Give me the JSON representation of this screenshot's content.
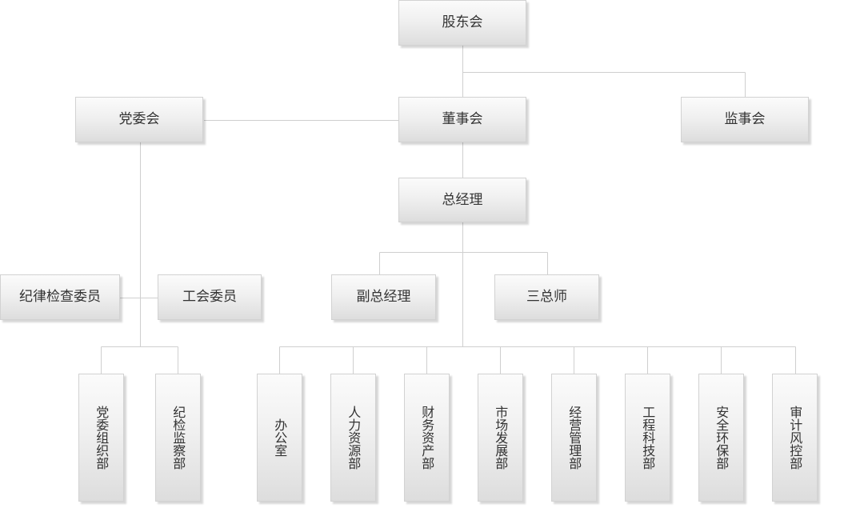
{
  "chart": {
    "nodes": {
      "shareholders": "股东会",
      "party": "党委会",
      "board": "董事会",
      "supervisors": "监事会",
      "gm": "总经理",
      "discipline_committee": "纪律检查委员",
      "union": "工会委员",
      "deputy_gm": "副总经理",
      "three_chiefs": "三总师",
      "party_org": "党委组织部",
      "discipline_dept": "纪检监察部",
      "office": "办公室",
      "hr": "人力资源部",
      "finance": "财务资产部",
      "market": "市场发展部",
      "operations": "经营管理部",
      "engineering": "工程科技部",
      "safety": "安全环保部",
      "audit": "审计风控部"
    }
  }
}
